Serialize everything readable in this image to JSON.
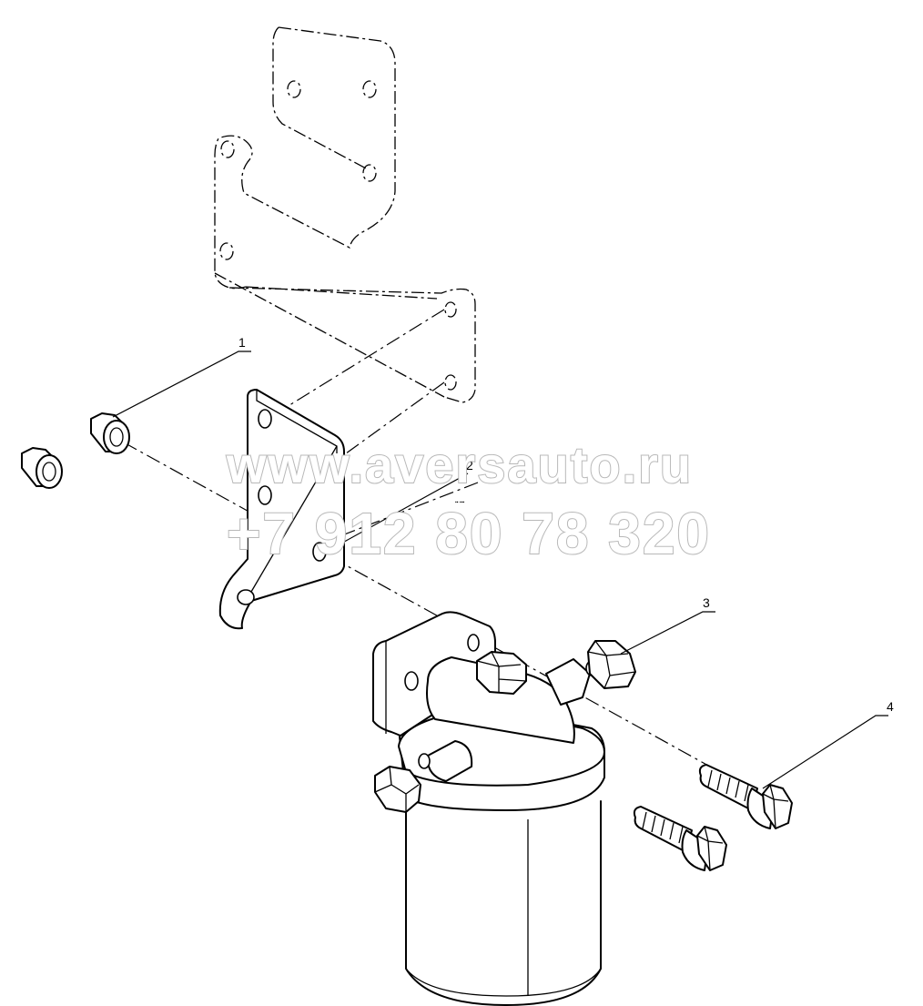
{
  "callouts": [
    {
      "id": "1",
      "label": "1"
    },
    {
      "id": "2",
      "label": "2"
    },
    {
      "id": "3",
      "label": "3"
    },
    {
      "id": "4",
      "label": "4"
    }
  ],
  "watermark": {
    "line1": "www.aversauto.ru",
    "line2": "+7 912 80 78 320"
  },
  "colors": {
    "line": "#000000",
    "background": "#ffffff",
    "watermark_outline": "#b8b8b8"
  }
}
